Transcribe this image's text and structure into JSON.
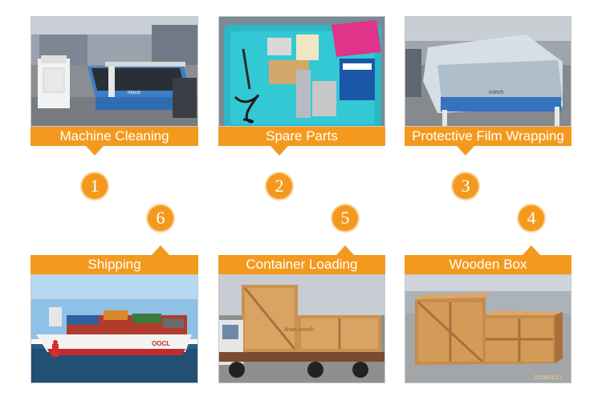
{
  "steps": [
    {
      "number": "1",
      "label": "Machine Cleaning"
    },
    {
      "number": "2",
      "label": "Spare Parts"
    },
    {
      "number": "3",
      "label": "Protective Film Wrapping"
    },
    {
      "number": "4",
      "label": "Wooden Box"
    },
    {
      "number": "5",
      "label": "Container Loading"
    },
    {
      "number": "6",
      "label": "Shipping"
    }
  ],
  "photo_text": {
    "machine_brand": "Intech",
    "film_brand": "intech",
    "ship_name": "OOCL",
    "truck_watermark": "Jinan Intech",
    "box_date": "2018/01/17"
  },
  "colors": {
    "accent": "#f39a1e",
    "accent_light": "#fbd39a"
  }
}
